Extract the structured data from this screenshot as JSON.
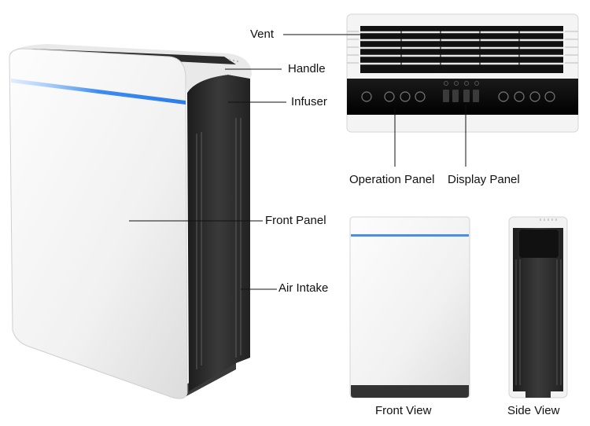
{
  "labels": {
    "vent": "Vent",
    "handle": "Handle",
    "infuser": "Infuser",
    "front_panel": "Front Panel",
    "air_intake": "Air Intake",
    "operation_panel": "Operation Panel",
    "display_panel": "Display Panel",
    "front_view": "Front View",
    "side_view": "Side View"
  },
  "colors": {
    "body_white": "#f4f4f4",
    "dark_panel": "#2a2a2a",
    "accent_blue": "#4a90e2",
    "leader_line": "#111111"
  }
}
